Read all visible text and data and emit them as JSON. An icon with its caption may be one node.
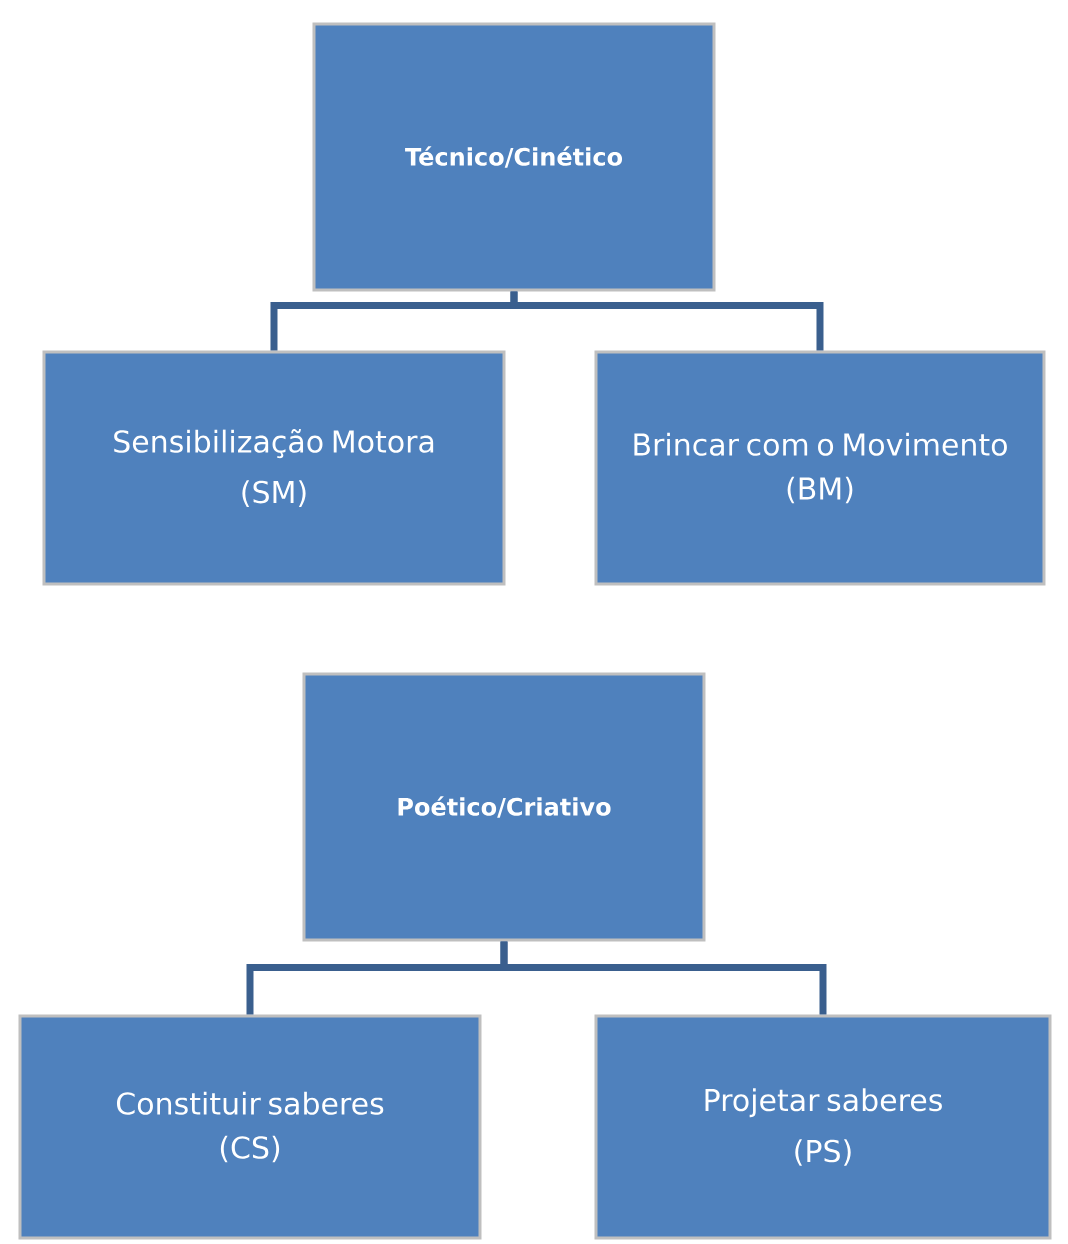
{
  "diagram": {
    "nodes": [
      {
        "text": [
          "Técnico/Cinético"
        ]
      },
      {
        "text": [
          "Sensibilização Motora",
          "(SM)"
        ]
      },
      {
        "text": [
          "Brincar com o Movimento",
          "(BM)"
        ]
      },
      {
        "text": [
          "Poético/Criativo"
        ]
      },
      {
        "text": [
          "Constituir saberes",
          "(CS)"
        ]
      },
      {
        "text": [
          "Projetar saberes",
          "(PS)"
        ]
      }
    ],
    "edges": [
      {
        "from": 0,
        "to": 1,
        "arrow": "none"
      },
      {
        "from": 0,
        "to": 2,
        "arrow": "none"
      },
      {
        "from": 3,
        "to": 4,
        "arrow": "none"
      },
      {
        "from": 3,
        "to": 5,
        "arrow": "none"
      }
    ]
  }
}
